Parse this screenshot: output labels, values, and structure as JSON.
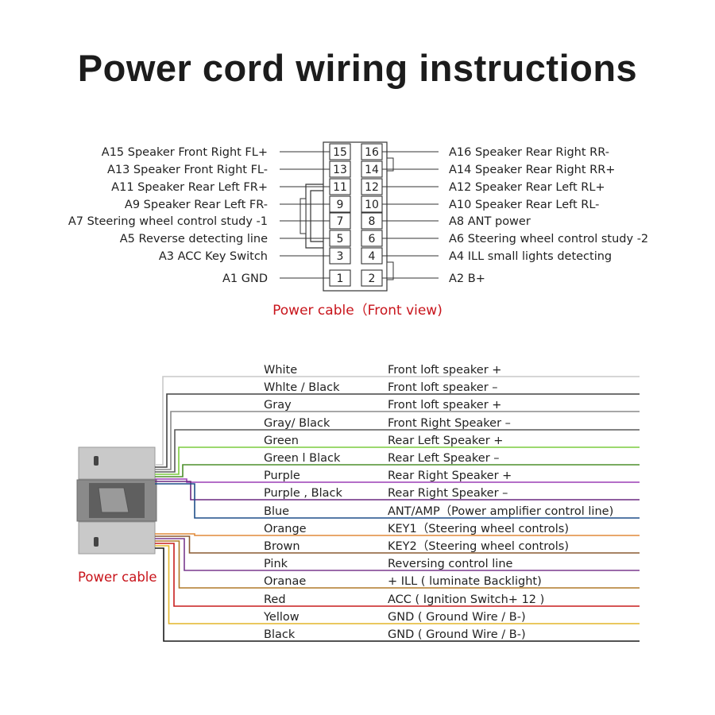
{
  "title": "Power cord wiring instructions",
  "connector": {
    "caption": "Power cable（Front view)",
    "left_pins": [
      {
        "num": "15",
        "label": "A15 Speaker Front Right FL+"
      },
      {
        "num": "13",
        "label": "A13 Speaker Front Right FL-"
      },
      {
        "num": "11",
        "label": "A11 Speaker Rear Left FR+"
      },
      {
        "num": "9",
        "label": "A9 Speaker Rear Left FR-"
      },
      {
        "num": "7",
        "label": "A7 Steering wheel control study -1"
      },
      {
        "num": "5",
        "label": "A5 Reverse detecting line"
      },
      {
        "num": "3",
        "label": "A3 ACC Key Switch"
      },
      {
        "num": "1",
        "label": "A1 GND"
      }
    ],
    "right_pins": [
      {
        "num": "16",
        "label": "A16 Speaker Rear Right RR-"
      },
      {
        "num": "14",
        "label": "A14 Speaker Rear Right RR+"
      },
      {
        "num": "12",
        "label": "A12 Speaker Rear Left RL+"
      },
      {
        "num": "10",
        "label": "A10 Speaker Rear Left RL-"
      },
      {
        "num": "8",
        "label": "A8 ANT power"
      },
      {
        "num": "6",
        "label": "A6 Steering wheel control study -2"
      },
      {
        "num": "4",
        "label": "A4 ILL small lights detecting"
      },
      {
        "num": "2",
        "label": "A2 B+"
      }
    ]
  },
  "harness": {
    "caption": "Power cable",
    "wires": [
      {
        "color_name": "White",
        "function": "Front loft speaker +",
        "color": "#c9c9c9"
      },
      {
        "color_name": "Whlte / Black",
        "function": "Front loft speaker –",
        "color": "#444444"
      },
      {
        "color_name": "Gray",
        "function": "Front loft speaker +",
        "color": "#8a8a8a"
      },
      {
        "color_name": "Gray/ Black",
        "function": "Front Right Speaker –",
        "color": "#5a5a5a"
      },
      {
        "color_name": "Green",
        "function": "Rear Left Speaker +",
        "color": "#7ccc3e"
      },
      {
        "color_name": "Green l Black",
        "function": "Rear Left Speaker –",
        "color": "#4d8f2b"
      },
      {
        "color_name": "Purple",
        "function": "Rear Right Speaker +",
        "color": "#9b3fb5"
      },
      {
        "color_name": "Purple , Black",
        "function": "Rear Right Speaker –",
        "color": "#6b2a80"
      },
      {
        "color_name": "Blue",
        "function": "ANT/AMP（Power amplifier control line)",
        "color": "#1f4f8a"
      },
      {
        "color_name": "Orange",
        "function": "KEY1（Steering wheel controls)",
        "color": "#e08a3a"
      },
      {
        "color_name": "Brown",
        "function": "KEY2（Steering wheel controls)",
        "color": "#8a5a32"
      },
      {
        "color_name": "Pink",
        "function": "Reversing control line",
        "color": "#7a3a8e"
      },
      {
        "color_name": "Oranae",
        "function": "+ ILL ( luminate Backlight)",
        "color": "#b07a2a"
      },
      {
        "color_name": "Red",
        "function": "ACC ( Ignition Switch+ 12 )",
        "color": "#c81e1e"
      },
      {
        "color_name": "Yellow",
        "function": "GND ( Ground Wire / B-)",
        "color": "#e3b52a"
      },
      {
        "color_name": "Black",
        "function": "GND ( Ground Wire / B-)",
        "color": "#1a1a1a"
      }
    ]
  }
}
